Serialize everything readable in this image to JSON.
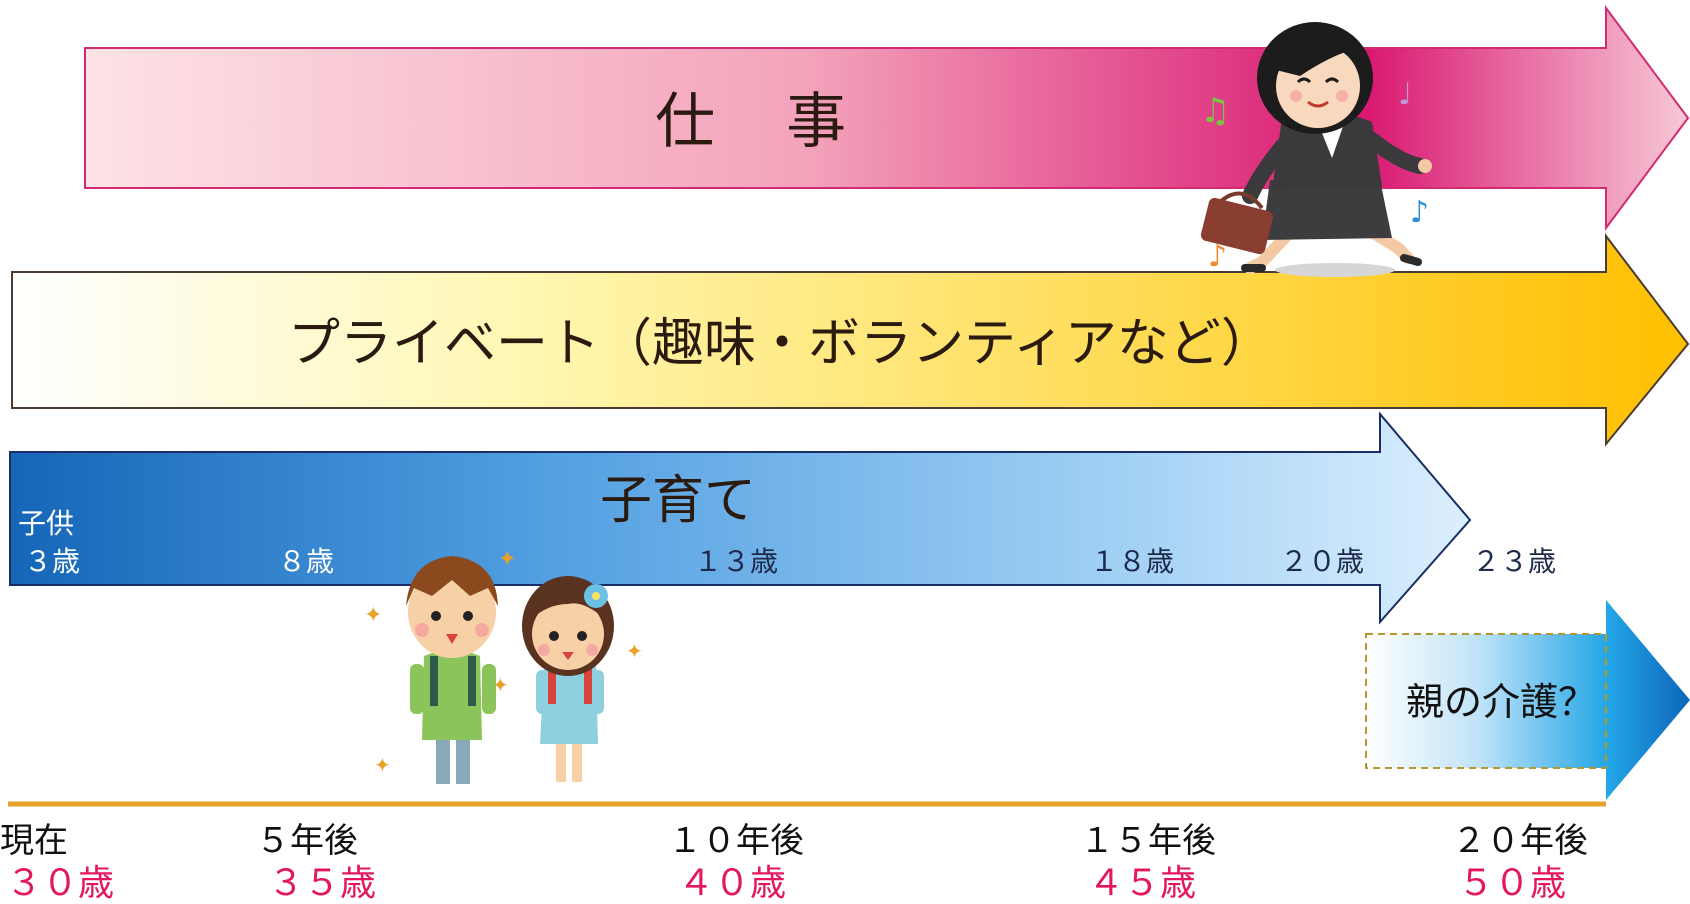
{
  "rows": {
    "work": {
      "title": "仕 事",
      "colors": [
        "#fde3e6",
        "#f3a3bb",
        "#d91872",
        "#f7c9d6"
      ],
      "border": "#d32a73"
    },
    "private": {
      "title": "プライベート（趣味・ボランティアなど）",
      "colors": [
        "#ffffff",
        "#fff7b3",
        "#ffd94d",
        "#ffbf00"
      ],
      "border": "#4a3c30"
    },
    "childcare": {
      "title": "子育て",
      "colors": [
        "#1566b7",
        "#4f9de0",
        "#9fcff4",
        "#dceffd"
      ],
      "border": "#1b2d66"
    },
    "parent_care": {
      "title": "親の介護？",
      "colors": [
        "#ffffff",
        "#bfe3f8",
        "#22a5e6",
        "#0d65b8"
      ],
      "dash_border": "#b8972a"
    }
  },
  "child": {
    "header": "子供",
    "ages": [
      "３歳",
      "８歳",
      "１３歳",
      "１８歳",
      "２０歳",
      "２３歳"
    ]
  },
  "timeline": {
    "color": "#e7a22c",
    "ticks": [
      {
        "label": "現在",
        "age": "３０歳"
      },
      {
        "label": "５年後",
        "age": "３５歳"
      },
      {
        "label": "１０年後",
        "age": "４０歳"
      },
      {
        "label": "１５年後",
        "age": "４５歳"
      },
      {
        "label": "２０年後",
        "age": "５０歳"
      }
    ]
  },
  "illustrations": {
    "worker": "walking-businesswoman-illustration",
    "children": "schoolchildren-illustration"
  }
}
